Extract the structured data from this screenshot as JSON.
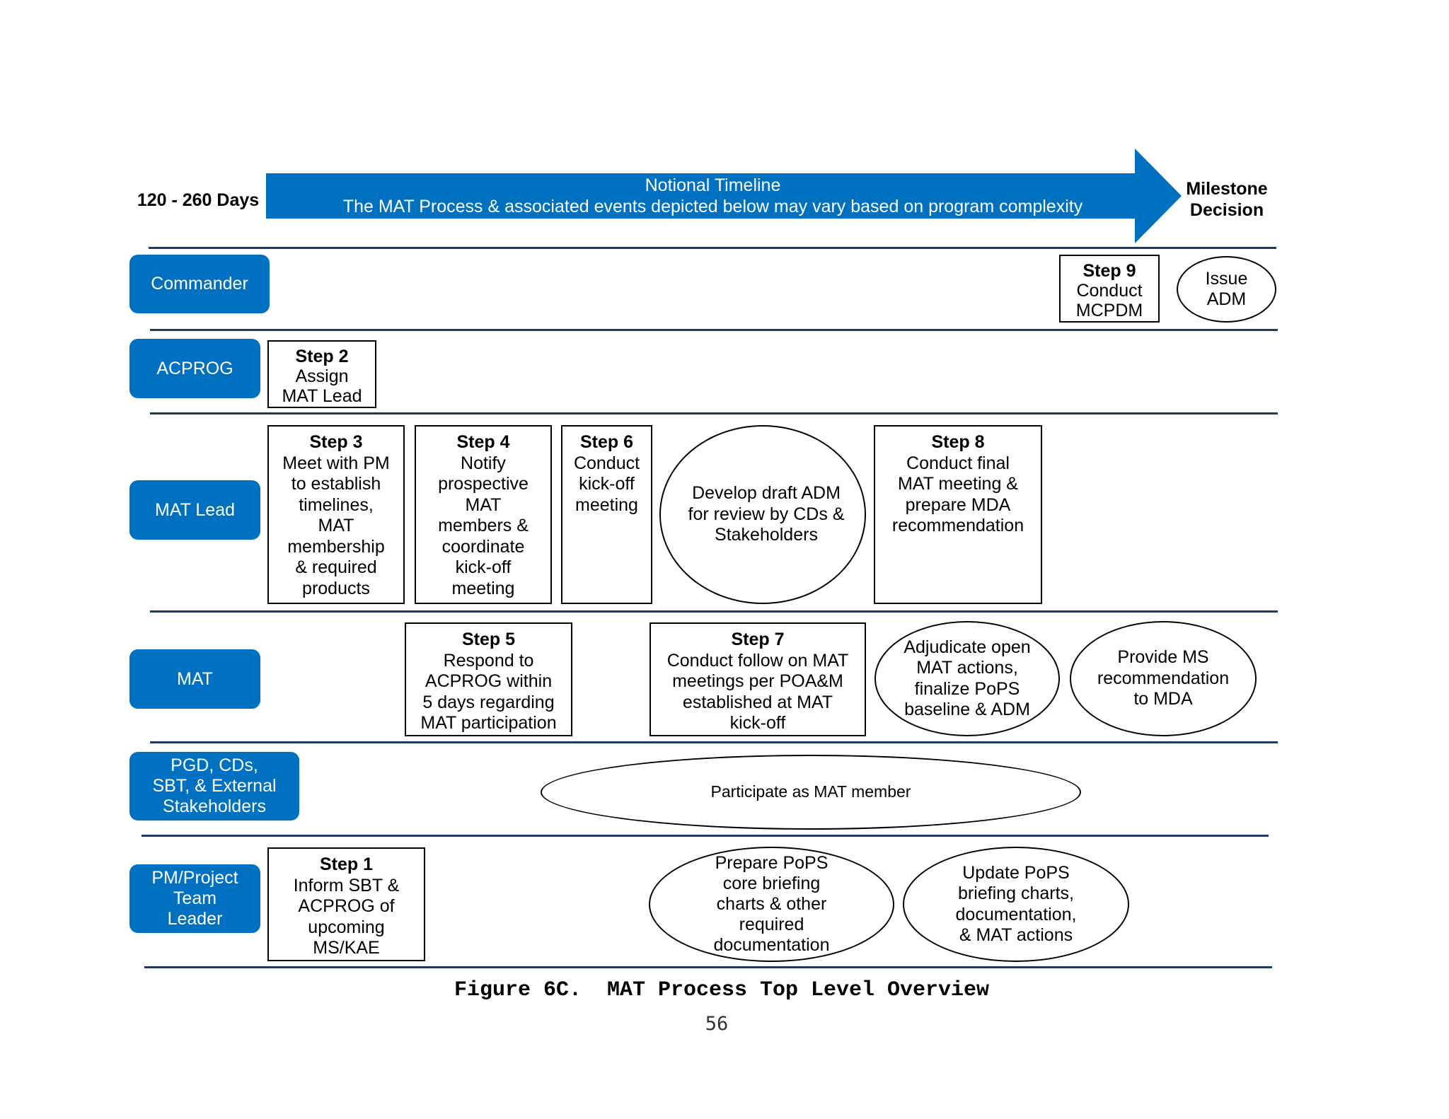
{
  "header": {
    "duration": "120 - 260 Days",
    "timeline_title": "Notional Timeline",
    "timeline_subtitle": "The MAT Process & associated events depicted below may vary based on program complexity",
    "milestone": "Milestone\nDecision"
  },
  "lanes": {
    "commander": "Commander",
    "acprog": "ACPROG",
    "mat_lead": "MAT Lead",
    "mat": "MAT",
    "stakeholders": "PGD, CDs,\nSBT, & External\nStakeholders",
    "pm": "PM/Project\nTeam\nLeader"
  },
  "steps": {
    "s1": {
      "title": "Step 1",
      "text": "Inform SBT &\nACPROG of\nupcoming\nMS/KAE"
    },
    "s2": {
      "title": "Step 2",
      "text": "Assign\nMAT Lead"
    },
    "s3": {
      "title": "Step 3",
      "text": "Meet with PM\nto establish\ntimelines,\nMAT\nmembership\n& required\nproducts"
    },
    "s4": {
      "title": "Step 4",
      "text": "Notify\nprospective\nMAT\nmembers &\ncoordinate\nkick-off\nmeeting"
    },
    "s5": {
      "title": "Step 5",
      "text": "Respond to\nACPROG within\n5 days regarding\nMAT participation"
    },
    "s6": {
      "title": "Step 6",
      "text": "Conduct\nkick-off\nmeeting"
    },
    "s7": {
      "title": "Step 7",
      "text": "Conduct follow on MAT\nmeetings per POA&M\nestablished at MAT\nkick-off"
    },
    "s8": {
      "title": "Step 8",
      "text": "Conduct final\nMAT meeting &\nprepare MDA\nrecommendation"
    },
    "s9": {
      "title": "Step 9",
      "text": "Conduct\nMCPDM"
    }
  },
  "activities": {
    "issue_adm": "Issue\nADM",
    "draft_adm": "Develop draft ADM\nfor review by CDs &\nStakeholders",
    "adjudicate": "Adjudicate open\nMAT actions,\nfinalize PoPS\nbaseline & ADM",
    "provide_ms": "Provide MS\nrecommendation\nto MDA",
    "participate": "Participate as MAT member",
    "prepare_pops": "Prepare PoPS\ncore briefing\ncharts & other\nrequired\ndocumentation",
    "update_pops": "Update PoPS\nbriefing charts,\ndocumentation,\n& MAT actions"
  },
  "footer": {
    "caption": "Figure 6C.  MAT Process Top Level Overview",
    "page": "56"
  },
  "colors": {
    "lane_blue": "#0070c0",
    "separator": "#1f3864"
  }
}
